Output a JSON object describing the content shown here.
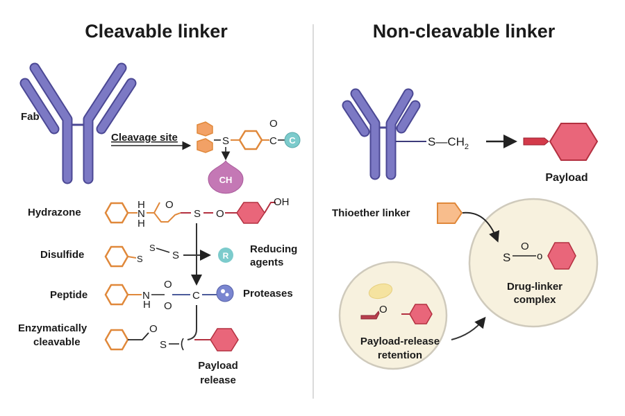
{
  "left": {
    "title": "Cleavable linker",
    "fab_label": "Fab",
    "cleavage_site": "Cleavage site",
    "atom_s": "S",
    "atom_o": "O",
    "atom_c": "C",
    "c_badge": "C",
    "ch_badge": "CH",
    "rows": [
      {
        "label": "Hydrazone",
        "atoms": [
          "H",
          "N",
          "H",
          "O",
          "S",
          "O",
          "OH"
        ]
      },
      {
        "label": "Disulfide",
        "atoms": [
          "S",
          "S",
          "S"
        ]
      },
      {
        "label": "Peptide",
        "atoms": [
          "N",
          "H",
          "O",
          "O",
          "C"
        ]
      },
      {
        "label_line1": "Enzymatically",
        "label_line2": "cleavable",
        "atoms": [
          "O",
          "S"
        ]
      }
    ],
    "r_badge": "R",
    "reducing_line1": "Reducing",
    "reducing_line2": "agents",
    "proteases": "Proteases",
    "payload_release_line1": "Payload",
    "payload_release_line2": "release"
  },
  "right": {
    "title": "Non-cleavable linker",
    "s_ch2": "S—CH",
    "sub2": "2",
    "payload": "Payload",
    "thioether": "Thioether linker",
    "complex_atoms": [
      "S",
      "O",
      "o"
    ],
    "complex_line1": "Drug-linker",
    "complex_line2": "complex",
    "retention_atom": "O",
    "retention_line1": "Payload-release",
    "retention_line2": "retention"
  },
  "colors": {
    "antibody": "#7c79c4",
    "linker_orange": "#e0883a",
    "payload_red": "#e9586e",
    "circle_fill": "#f7f1de",
    "teal": "#7ccbcc",
    "purple": "#c478b5",
    "blue": "#7a86d0"
  }
}
